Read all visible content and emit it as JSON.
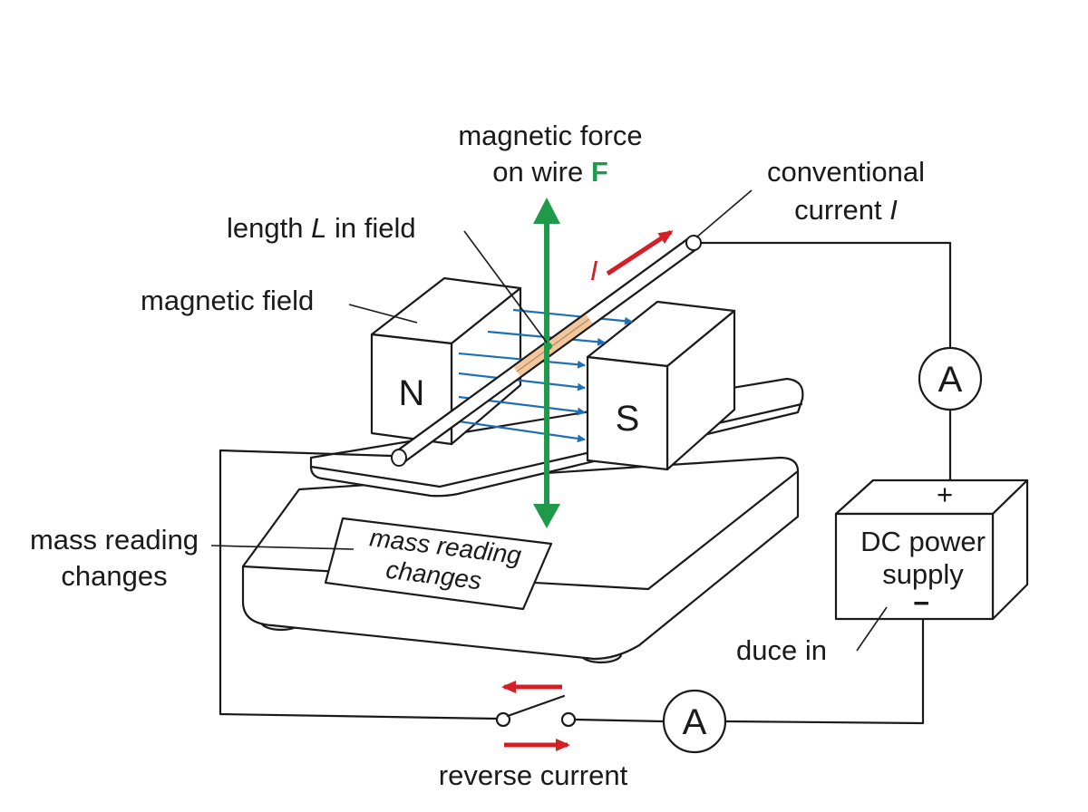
{
  "labels": {
    "force_line1": "magnetic force",
    "force_line2": "on wire",
    "force_symbol": "F",
    "current_line1": "conventional",
    "current_line2": "current",
    "current_symbol": "I",
    "length_prefix": "length",
    "length_symbol": "L",
    "length_suffix": "in field",
    "magnetic_field": "magnetic field",
    "mass_line1": "mass reading",
    "mass_line2": "changes",
    "screen_line1": "mass reading",
    "screen_line2": "changes",
    "wire_current_symbol": "I",
    "magnet_north": "N",
    "magnet_south": "S",
    "ammeter_top": "A",
    "ammeter_bottom": "A",
    "supply_line1": "DC power",
    "supply_line2": "supply",
    "supply_plus": "+",
    "supply_minus": "−",
    "duce_in": "duce  in",
    "reverse_current": "reverse current"
  },
  "colors": {
    "force_arrow": "#1f9a4a",
    "current_arrow": "#d32027",
    "field_lines": "#1f6fb5",
    "wire_in_field": "#f4c79b"
  }
}
